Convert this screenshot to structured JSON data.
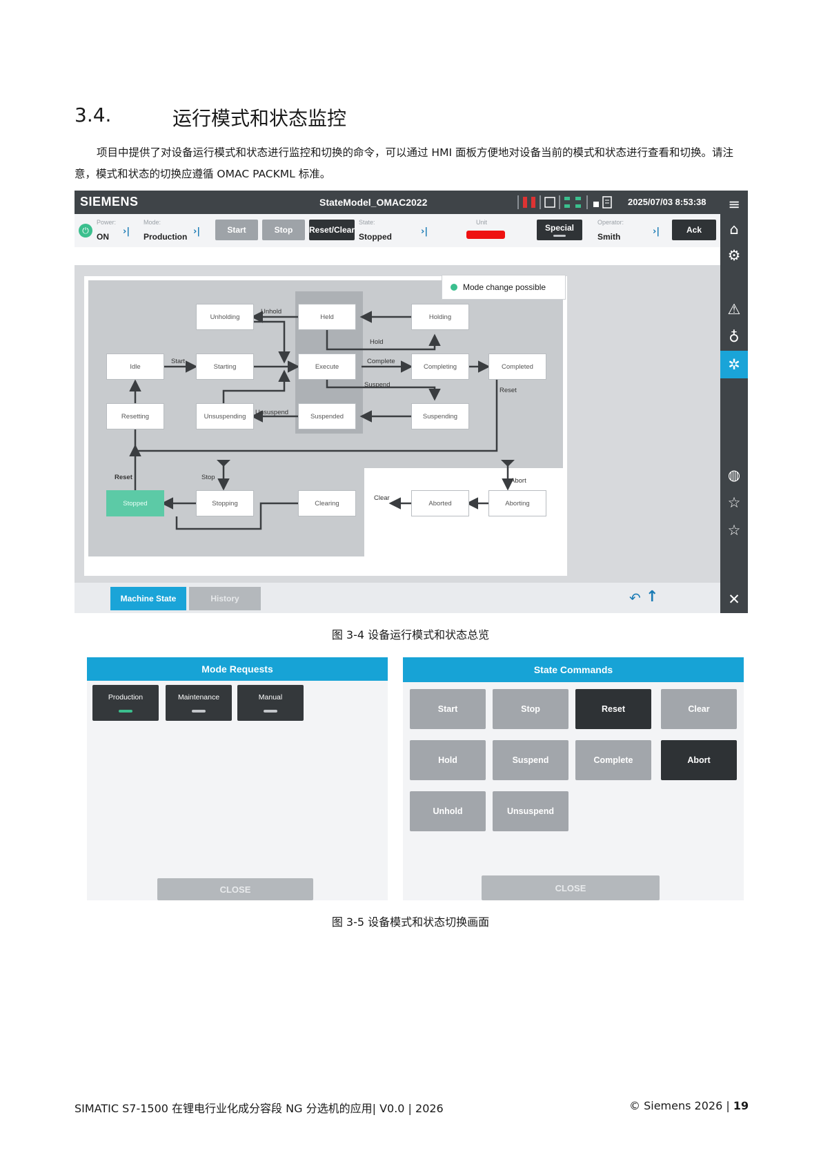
{
  "section": {
    "number": "3.4.",
    "title": "运行模式和状态监控"
  },
  "paragraph": "项目中提供了对设备运行模式和状态进行监控和切换的命令，可以通过 HMI 面板方便地对设备当前的模式和状态进行查看和切换。请注意，模式和状态的切换应遵循 OMAC PACKML 标准。",
  "hmi": {
    "brand": "SIEMENS",
    "app_title": "StateModel_OMAC2022",
    "datetime": "2025/07/03 8:53:38",
    "ribbon": {
      "power_label": "Power:",
      "power_value": "ON",
      "mode_label": "Mode:",
      "mode_value": "Production",
      "start": "Start",
      "stop": "Stop",
      "reset_clear": "Reset/Clear",
      "state_label": "State:",
      "state_value": "Stopped",
      "unit_label": "Unit",
      "special": "Special",
      "operator_label": "Operator:",
      "operator_value": "Smith",
      "ack": "Ack"
    },
    "mode_change": "Mode change possible",
    "states": {
      "unholding": "Unholding",
      "held": "Held",
      "holding": "Holding",
      "idle": "Idle",
      "starting": "Starting",
      "execute": "Execute",
      "completing": "Completing",
      "completed": "Completed",
      "resetting": "Resetting",
      "unsuspending": "Unsuspending",
      "suspended": "Suspended",
      "suspending": "Suspending",
      "stopped": "Stopped",
      "stopping": "Stopping",
      "clearing": "Clearing",
      "aborted": "Aborted",
      "aborting": "Aborting"
    },
    "transitions": {
      "unhold": "Unhold",
      "hold": "Hold",
      "start": "Start",
      "complete": "Complete",
      "suspend": "Suspend",
      "reset": "Reset",
      "unsuspend": "Unsuspend",
      "reset2": "Reset",
      "stop": "Stop",
      "abort": "Abort",
      "clear": "Clear"
    },
    "tabs": {
      "machine_state": "Machine State",
      "history": "History"
    },
    "colors": {
      "accent": "#1aa4d8",
      "stopped": "#5ccaa6",
      "dark": "#3f4448"
    }
  },
  "caption1": "图 3-4 设备运行模式和状态总览",
  "mode_requests": {
    "title": "Mode Requests",
    "buttons": [
      "Production",
      "Maintenance",
      "Manual"
    ],
    "close": "CLOSE"
  },
  "state_commands": {
    "title": "State Commands",
    "buttons": [
      "Start",
      "Stop",
      "Reset",
      "Clear",
      "Hold",
      "Suspend",
      "Complete",
      "Abort",
      "Unhold",
      "Unsuspend"
    ],
    "close": "CLOSE"
  },
  "caption2": "图 3-5 设备模式和状态切换画面",
  "footer": {
    "left": "SIMATIC S7-1500 在锂电行业化成分容段 NG 分选机的应用| V0.0 | 2026",
    "right_prefix": "© Siemens 2026 | ",
    "page": "19"
  }
}
